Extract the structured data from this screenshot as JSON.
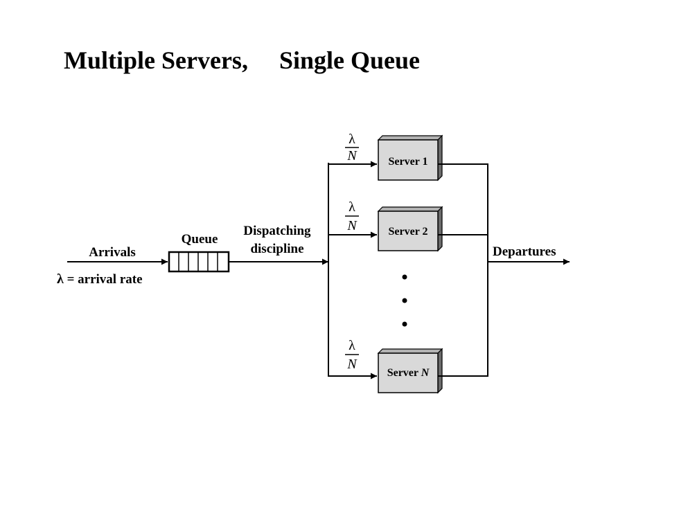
{
  "slide": {
    "title": "Multiple Servers,     Single Queue"
  },
  "diagram": {
    "arrivals_label": "Arrivals",
    "arrival_rate_symbol": "λ",
    "arrival_rate_text": " = arrival rate",
    "queue_label": "Queue",
    "dispatch_label_line1": "Dispatching",
    "dispatch_label_line2": "discipline",
    "departures_label": "Departures",
    "rate_numerator": "λ",
    "rate_denominator": "N",
    "servers": [
      {
        "label_prefix": "Server ",
        "label_id": "1"
      },
      {
        "label_prefix": "Server ",
        "label_id": "2"
      },
      {
        "label_prefix": "Server ",
        "label_id": "N"
      }
    ]
  },
  "colors": {
    "server_face": "#d9d9d9",
    "server_top": "#b3b3b3",
    "server_side": "#6b6b6b",
    "line": "#000000"
  }
}
